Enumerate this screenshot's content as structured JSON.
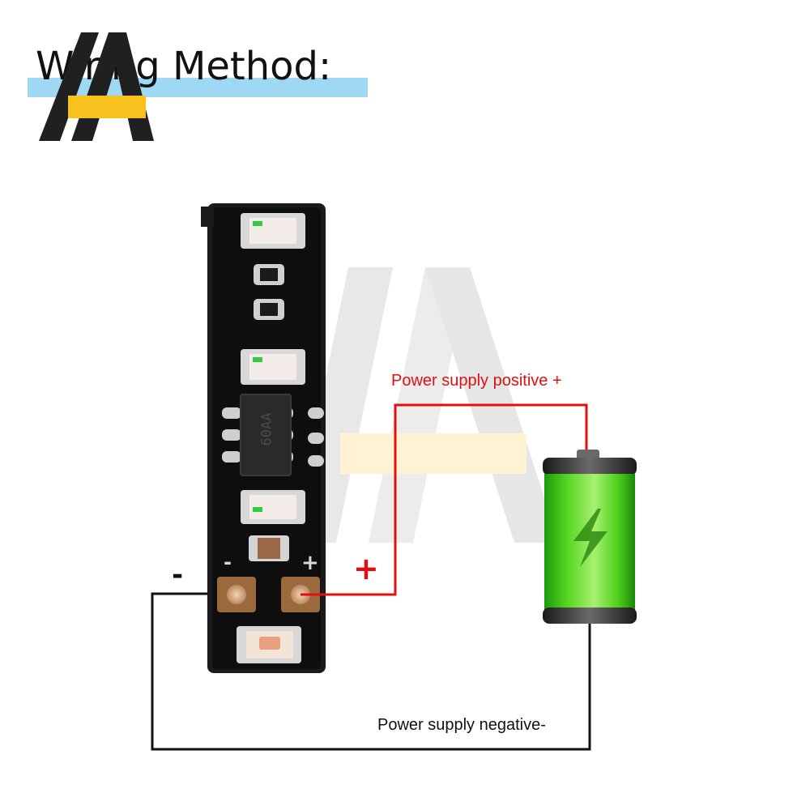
{
  "title": "Wiring Method:",
  "labels": {
    "positive": "Power supply positive +",
    "negative": "Power supply negative-",
    "minus_sign": "-",
    "plus_sign": "+",
    "pcb_minus": "-",
    "pcb_plus": "+"
  },
  "chip_marking": "60AA",
  "colors": {
    "positive_wire": "#e01010",
    "negative_wire": "#111111",
    "title_bar": "#9fd8f2",
    "logo_yellow": "#f7c21d",
    "battery_green": "#4cd21c",
    "pcb": "#121212"
  },
  "icons": [
    "brand-logo-icon",
    "battery-icon",
    "lightning-bolt-icon"
  ]
}
